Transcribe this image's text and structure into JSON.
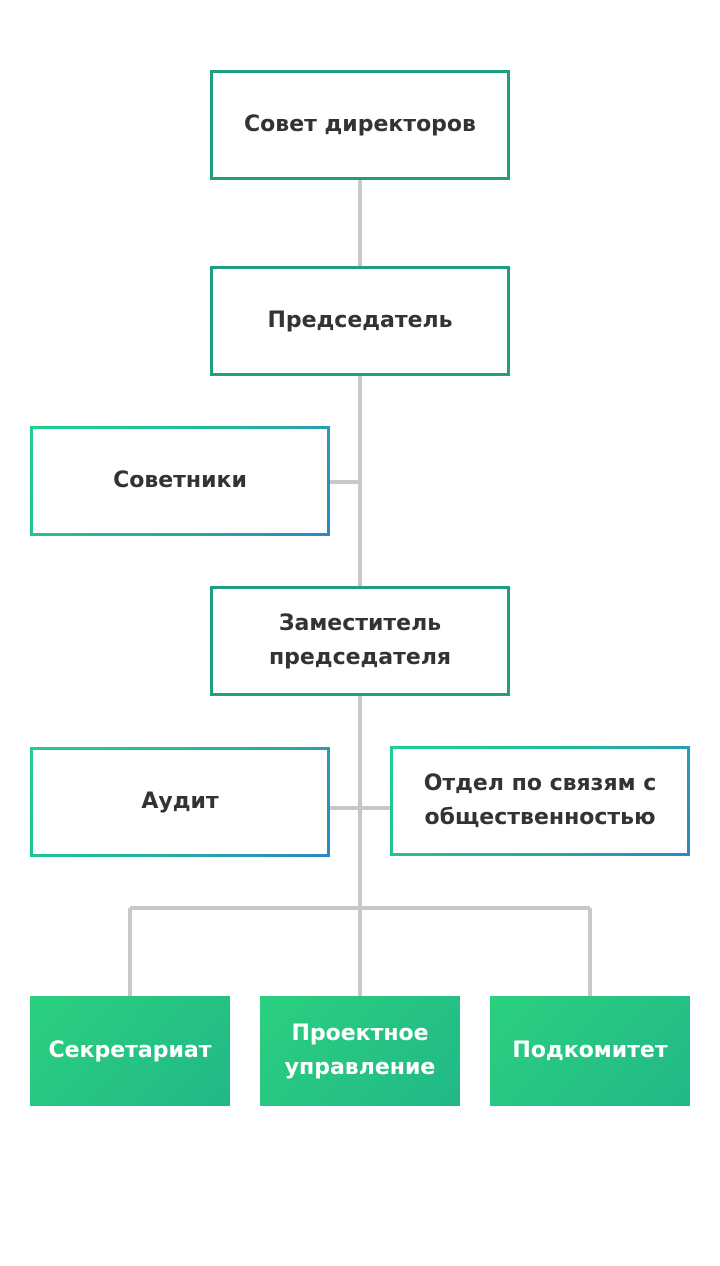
{
  "nodes": {
    "board": "Совет директоров",
    "chairman": "Председатель",
    "advisors": "Советники",
    "deputy": "Заместитель председателя",
    "audit": "Аудит",
    "public_relations": "Отдел по связям с общественностью",
    "secretariat": "Секретариат",
    "project_management": "Проектное управление",
    "subcommittee": "Подкомитет"
  },
  "colors": {
    "outline_green": "#1f9f7e",
    "gradient_start": "#1fd08a",
    "gradient_end": "#2f86c4",
    "filled_start": "#2bd07f",
    "filled_end": "#21b887",
    "connector": "#c8c8c8",
    "text_dark": "#333333",
    "text_light": "#ffffff"
  }
}
